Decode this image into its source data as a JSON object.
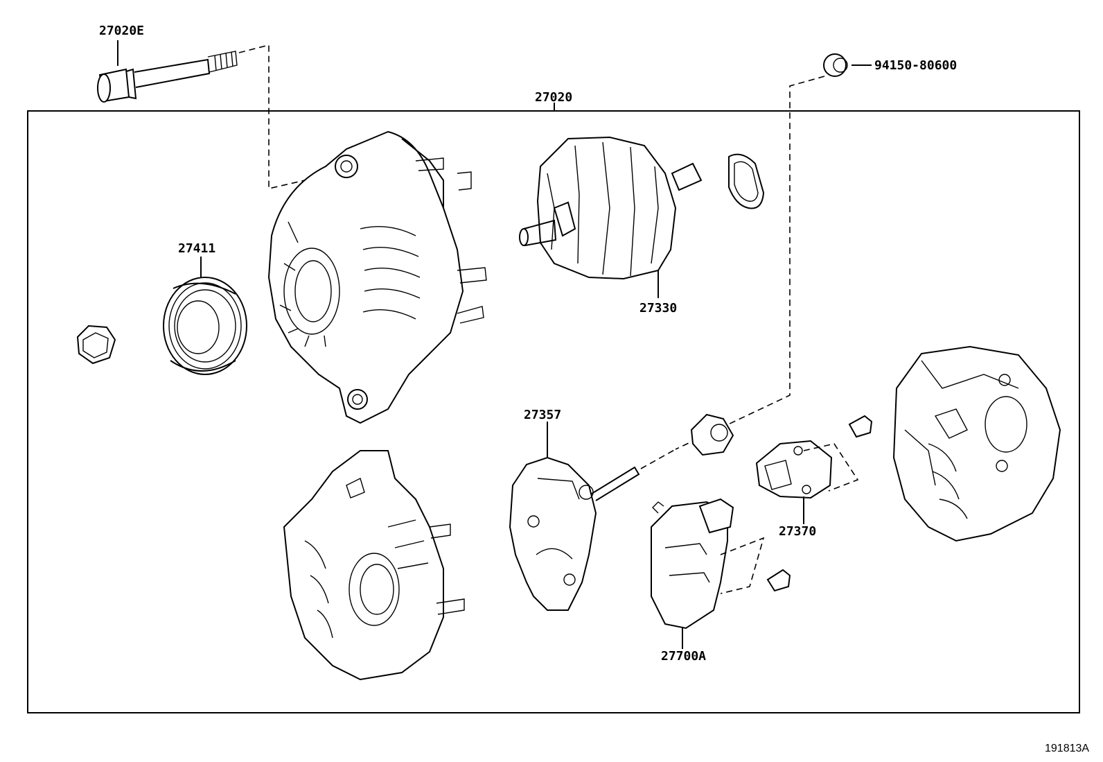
{
  "labels": {
    "p27020E": "27020E",
    "p27020": "27020",
    "p94150": "94150-80600",
    "p27411": "27411",
    "p27330": "27330",
    "p27357": "27357",
    "p27370": "27370",
    "p27700A": "27700A"
  },
  "figure_id": "191813A"
}
